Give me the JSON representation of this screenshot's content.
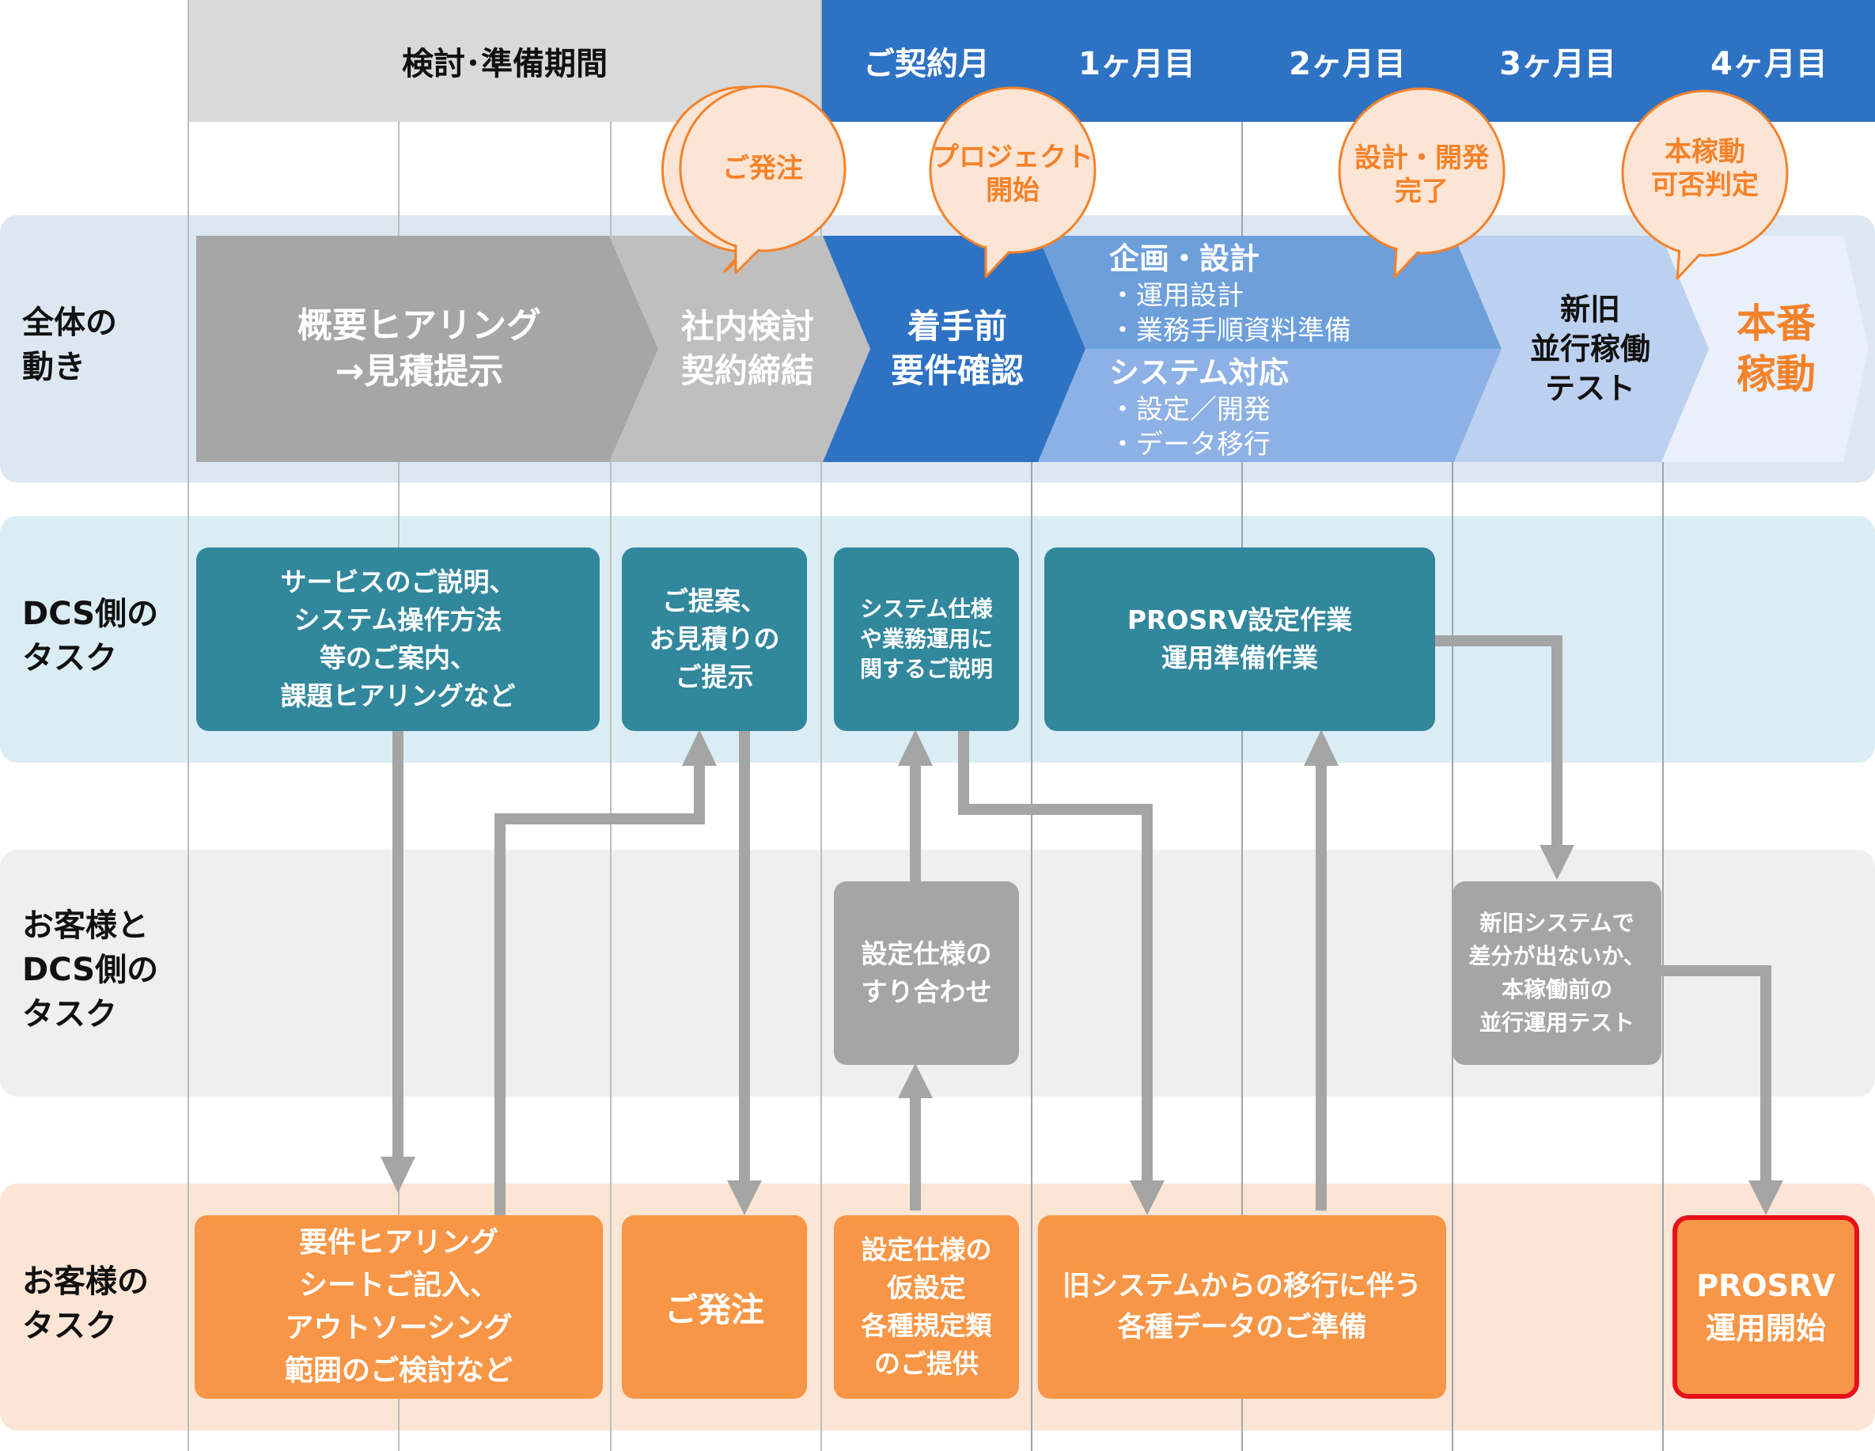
{
  "header": {
    "planning_label": "検討･準備期間",
    "months": [
      "ご契約月",
      "1ヶ月目",
      "2ヶ月目",
      "3ヶ月目",
      "4ヶ月目"
    ]
  },
  "rows": {
    "overall": "全体の\n動き",
    "dcs": "DCS側の\nタスク",
    "joint": "お客様と\nDCS側の\nタスク",
    "customer": "お客様の\nタスク"
  },
  "milestones": {
    "order": "ご発注",
    "project_start": "プロジェクト\n開始",
    "design_done": "設計・開発\n完了",
    "go_live_judgement": "本稼動\n可否判定"
  },
  "flow": {
    "hearing": "概要ヒアリング\n→見積提示",
    "review": "社内検討\n契約締結",
    "kickoff": "着手前\n要件確認",
    "planning_title": "企画・設計",
    "planning_items": [
      "・運用設計",
      "・業務手順資料準備"
    ],
    "system_title": "システム対応",
    "system_items": [
      "・設定／開発",
      "・データ移行"
    ],
    "parallel_test": "新旧\n並行稼働\nテスト",
    "production": "本番\n稼動"
  },
  "dcs_tasks": {
    "service_explanation": "サービスのご説明、\nシステム操作方法\n等のご案内、\n課題ヒアリングなど",
    "proposal": "ご提案、\nお見積りの\nご提示",
    "spec_explanation": "システム仕様\nや業務運用に\n関するご説明",
    "setup_work": "PROSRV設定作業\n運用準備作業"
  },
  "joint_tasks": {
    "spec_alignment": "設定仕様の\nすり合わせ",
    "parallel_test": "新旧システムで\n差分が出ないか、\n本稼働前の\n並行運用テスト"
  },
  "customer_tasks": {
    "hearing_sheet": "要件ヒアリング\nシートご記入、\nアウトソーシング\n範囲のご検討など",
    "order": "ご発注",
    "provisional_setup": "設定仕様の\n仮設定\n各種規定類\nのご提供",
    "data_prep": "旧システムからの移行に伴う\n各種データのご準備",
    "start": "PROSRV\n運用開始"
  },
  "colors": {
    "blue": "#2e72c4",
    "teal": "#31879c",
    "orange": "#f79646",
    "grey": "#a5a5a5",
    "highlight": "#e8101b",
    "milestone_text": "#f4822a"
  }
}
